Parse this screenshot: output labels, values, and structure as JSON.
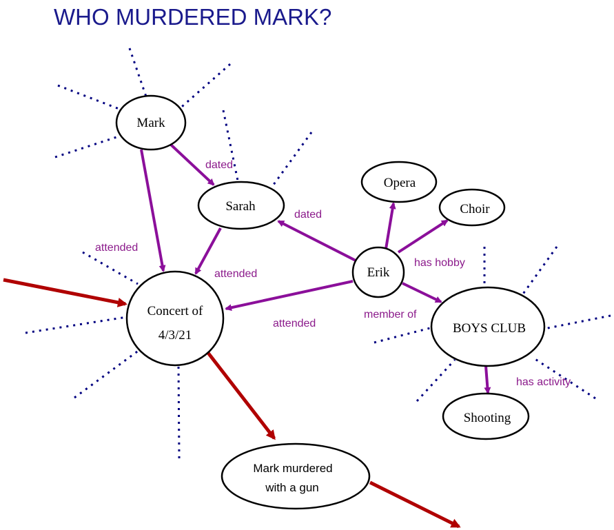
{
  "title": "WHO MURDERED MARK?",
  "colors": {
    "title": "#1a1a8c",
    "relation_edges": "#8b0f9a",
    "edge_labels": "#8b1a8b",
    "flow_edges": "#b00000",
    "dotted_rays": "#000080"
  },
  "nodes": {
    "mark": "Mark",
    "sarah": "Sarah",
    "concert_line1": "Concert of",
    "concert_line2": "4/3/21",
    "erik": "Erik",
    "opera": "Opera",
    "choir": "Choir",
    "boys_club": "BOYS CLUB",
    "shooting": "Shooting",
    "murder_line1": "Mark murdered",
    "murder_line2": "with a gun"
  },
  "edges": {
    "mark_sarah": "dated",
    "erik_sarah": "dated",
    "mark_concert": "attended",
    "sarah_concert": "attended",
    "erik_concert": "attended",
    "erik_hobby": "has hobby",
    "erik_club": "member of",
    "club_activity": "has activity"
  }
}
